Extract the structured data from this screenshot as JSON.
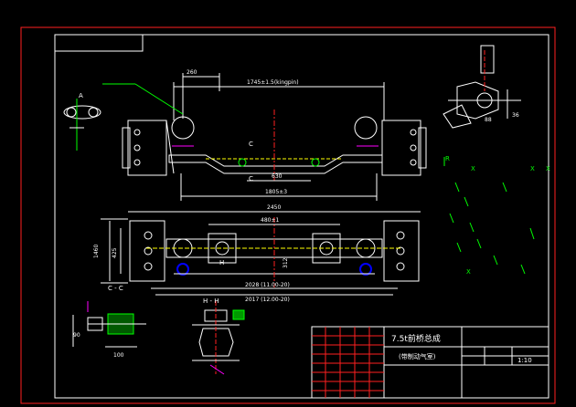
{
  "drawing": {
    "dim_top_left": "260",
    "dim_top_span": "1745±1.5(kingpin)",
    "dim_bottom_span": "1805±3",
    "dim_center": "630",
    "dim_plan_span": "2450",
    "dim_plan_inner": "480±1",
    "dim_plan_track1": "2028 (11.00-20)",
    "dim_plan_track2": "2017 (12.00-20)",
    "dim_side_a": "1460",
    "dim_side_b": "425",
    "dim_mid": "312",
    "dim_r": "36",
    "dim_r2": "88",
    "dim_side_90": "90",
    "dim_detail": "100",
    "section_cc": "C - C",
    "section_hh": "H - H",
    "section_aa": "A",
    "label_c": "C",
    "label_h": "H",
    "label_r": "R",
    "label_x": "X",
    "label_scale": "1:10",
    "title_line1": "7.5t前桥总成",
    "title_line2": "(带制动气室)"
  },
  "colors": {
    "background": "#000000",
    "frame": "#ff2020",
    "outline": "#ffffff",
    "dimension": "#ffffff",
    "annotation": "#00ff00",
    "highlight": "#ffff00",
    "feature": "#ff00ff",
    "leader": "#00ffff",
    "hidden": "#0000ff"
  }
}
